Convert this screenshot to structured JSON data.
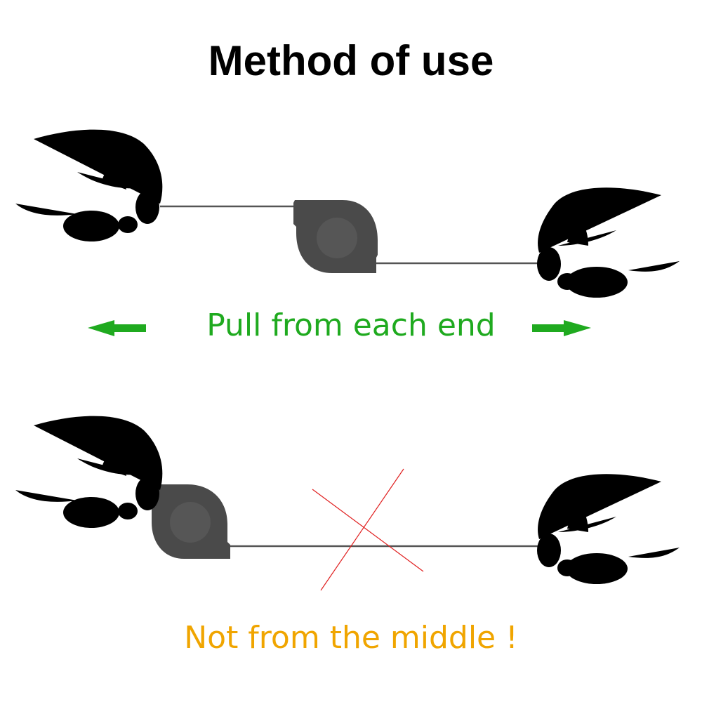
{
  "title": "Method of use",
  "correct": {
    "caption": "Pull from each end",
    "color": "#1faa1f"
  },
  "incorrect": {
    "caption": "Not from the middle !",
    "color": "#f0a500",
    "cross_color": "#e02020"
  },
  "reel_color": "#4a4a4a",
  "cord_color": "#555555"
}
